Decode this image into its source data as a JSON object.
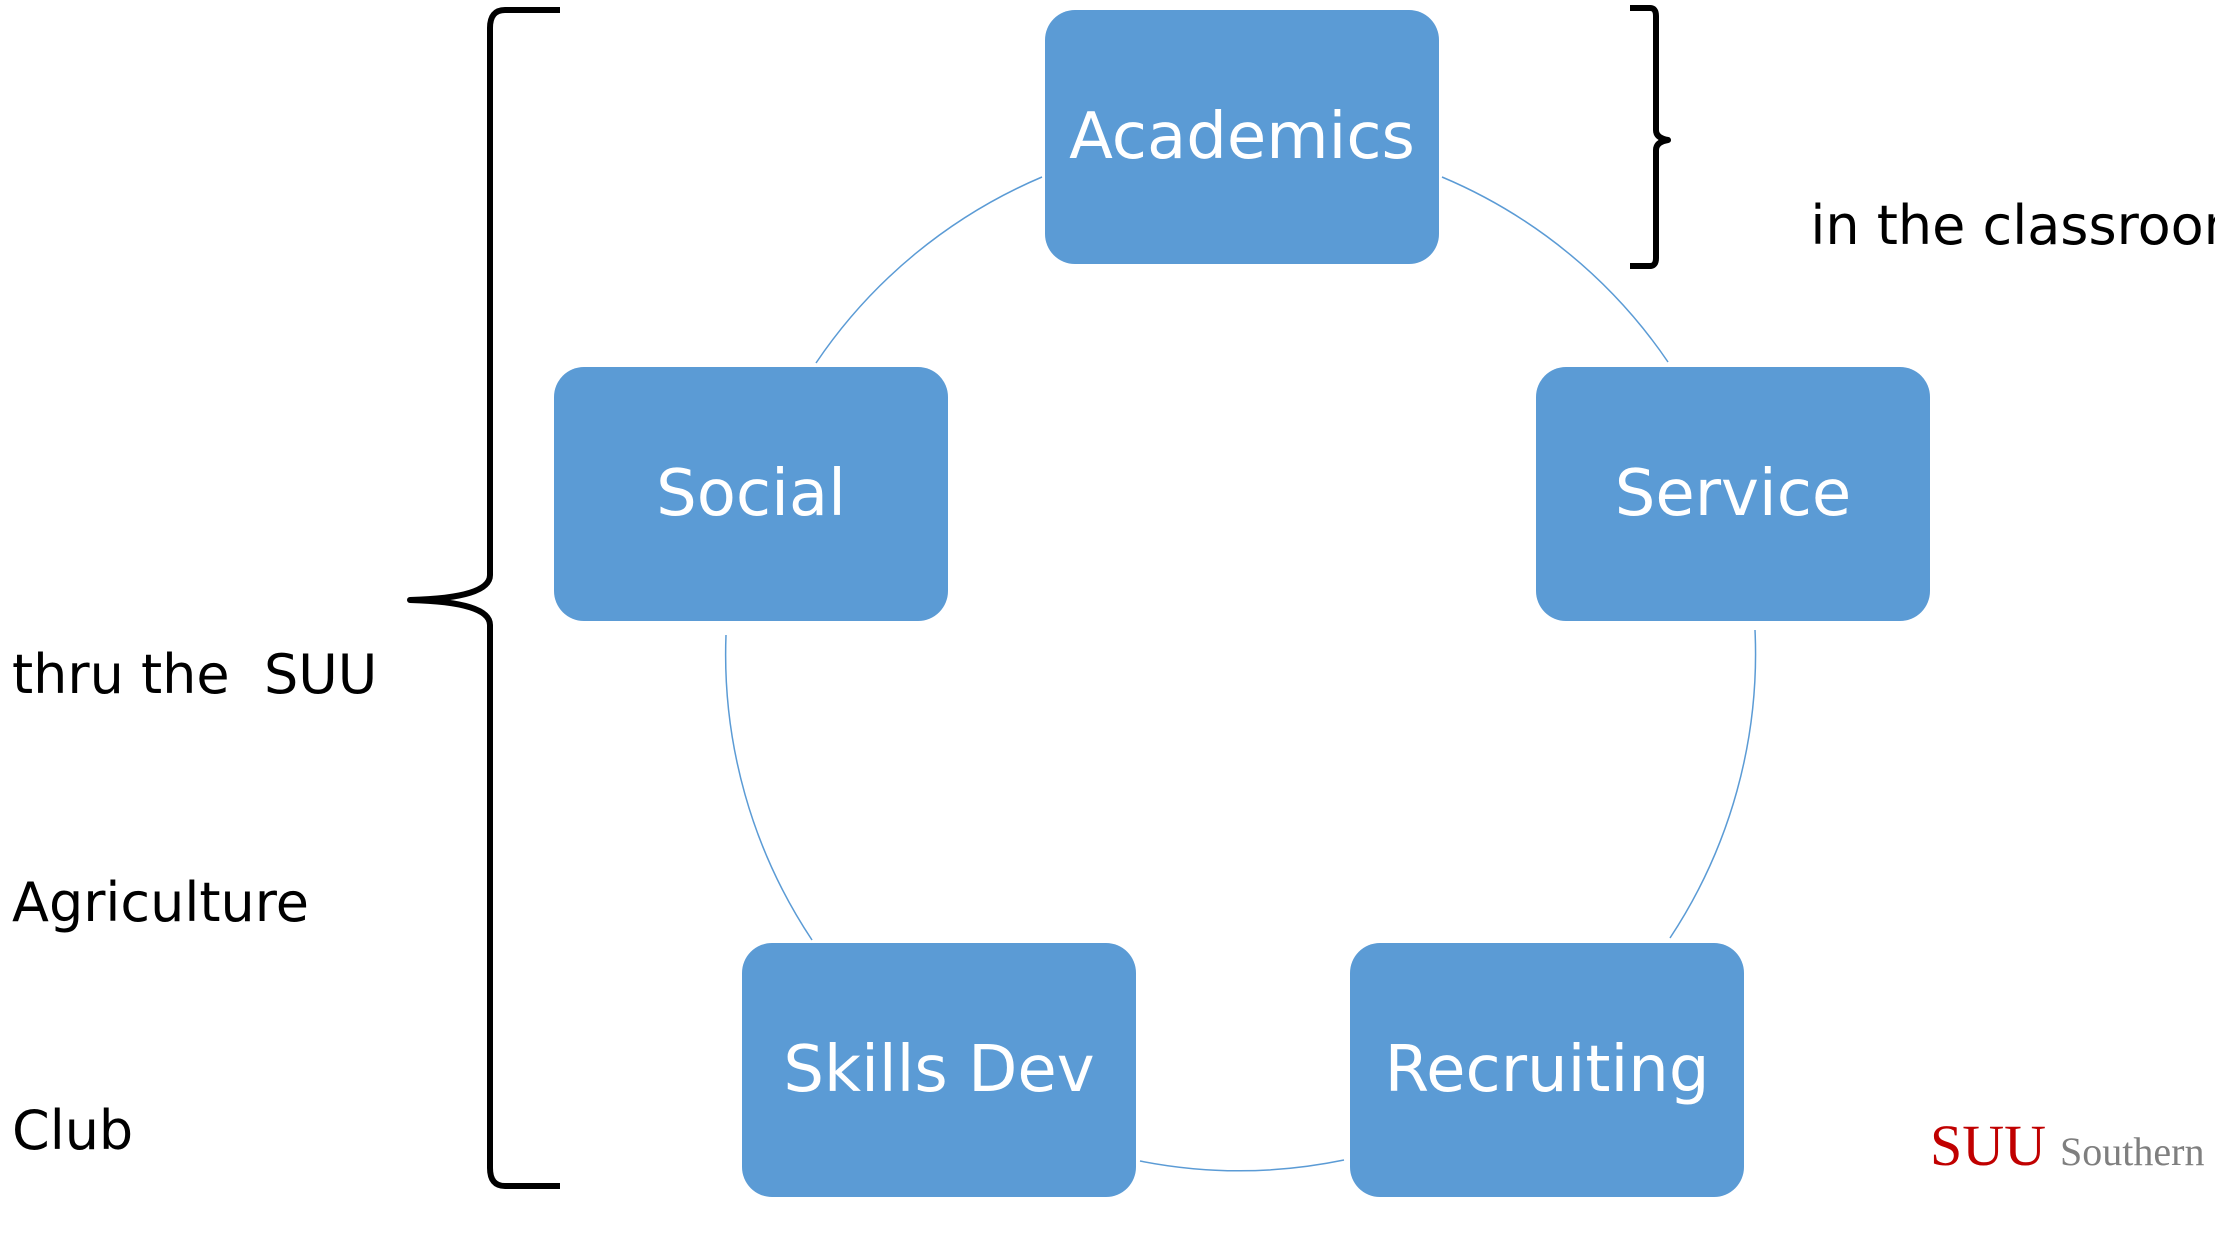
{
  "nodes": [
    {
      "id": "academics",
      "label": "Academics"
    },
    {
      "id": "service",
      "label": "Service"
    },
    {
      "id": "recruiting",
      "label": "Recruiting"
    },
    {
      "id": "skills-dev",
      "label": "Skills Dev"
    },
    {
      "id": "social",
      "label": "Social"
    }
  ],
  "annotations": {
    "classroom": "in the classroom",
    "club_line1": "thru the  SUU",
    "club_line2": "Agriculture",
    "club_line3": "Club"
  },
  "logo": {
    "main": "SUU",
    "sub": "Southern"
  },
  "colors": {
    "node_fill": "#5b9bd5",
    "node_text": "#ffffff",
    "connector": "#5b9bd5",
    "bracket": "#000000",
    "logo_main": "#c00000",
    "logo_sub": "#7f7f7f"
  }
}
